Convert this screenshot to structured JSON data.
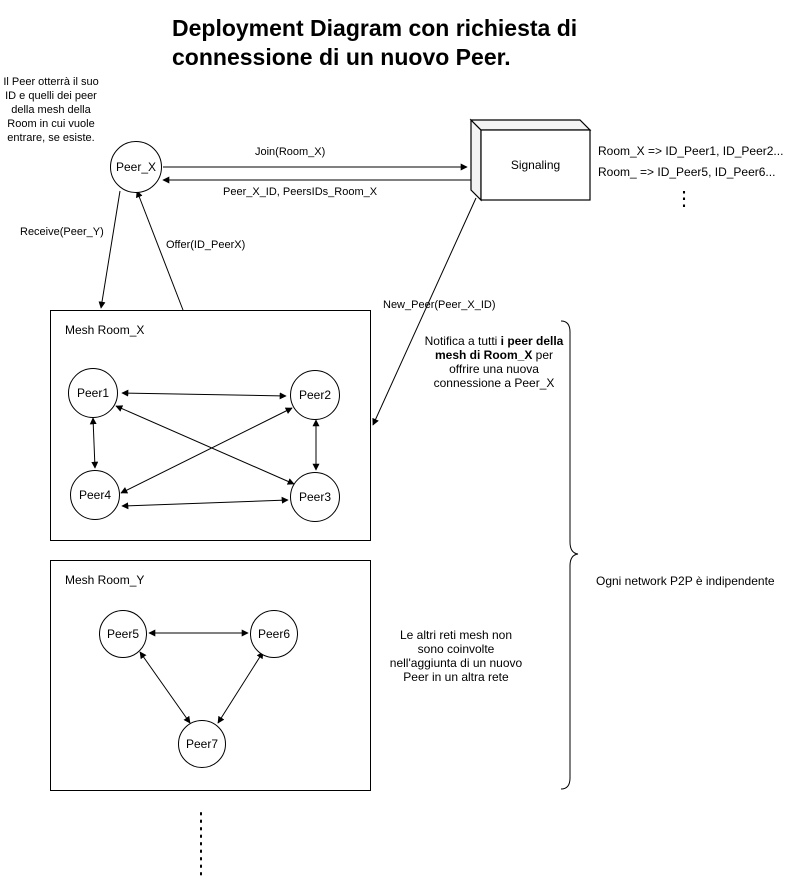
{
  "title": "Deployment Diagram con richiesta di connessione di un nuovo Peer.",
  "notes": {
    "peer_note": "Il Peer otterrà il suo ID e quelli dei peer della mesh della Room in cui vuole entrare, se esiste.",
    "notify_pre": "Notifica a tutti ",
    "notify_bold": "i peer della mesh di Room_X",
    "notify_post": " per offrire una  nuova connessione a Peer_X",
    "other_nets": "Le altri reti mesh non sono coinvolte nell'aggiunta di un nuovo Peer in un altra rete",
    "independent": "Ogni network P2P è indipendente"
  },
  "nodes": {
    "peer_x": "Peer_X",
    "signaling": "Signaling",
    "peer1": "Peer1",
    "peer2": "Peer2",
    "peer3": "Peer3",
    "peer4": "Peer4",
    "peer5": "Peer5",
    "peer6": "Peer6",
    "peer7": "Peer7"
  },
  "containers": {
    "room_x": "Mesh Room_X",
    "room_y": "Mesh Room_Y"
  },
  "edge_labels": {
    "join": "Join(Room_X)",
    "ids": "Peer_X_ID, PeersIDs_Room_X",
    "receive": "Receive(Peer_Y)",
    "offer": "Offer(ID_PeerX)",
    "new_peer": "New_Peer(Peer_X_ID)"
  },
  "signaling_table": {
    "row1": "Room_X => ID_Peer1, ID_Peer2...",
    "row2": "Room_ => ID_Peer5, ID_Peer6...",
    "more": "⋮"
  }
}
